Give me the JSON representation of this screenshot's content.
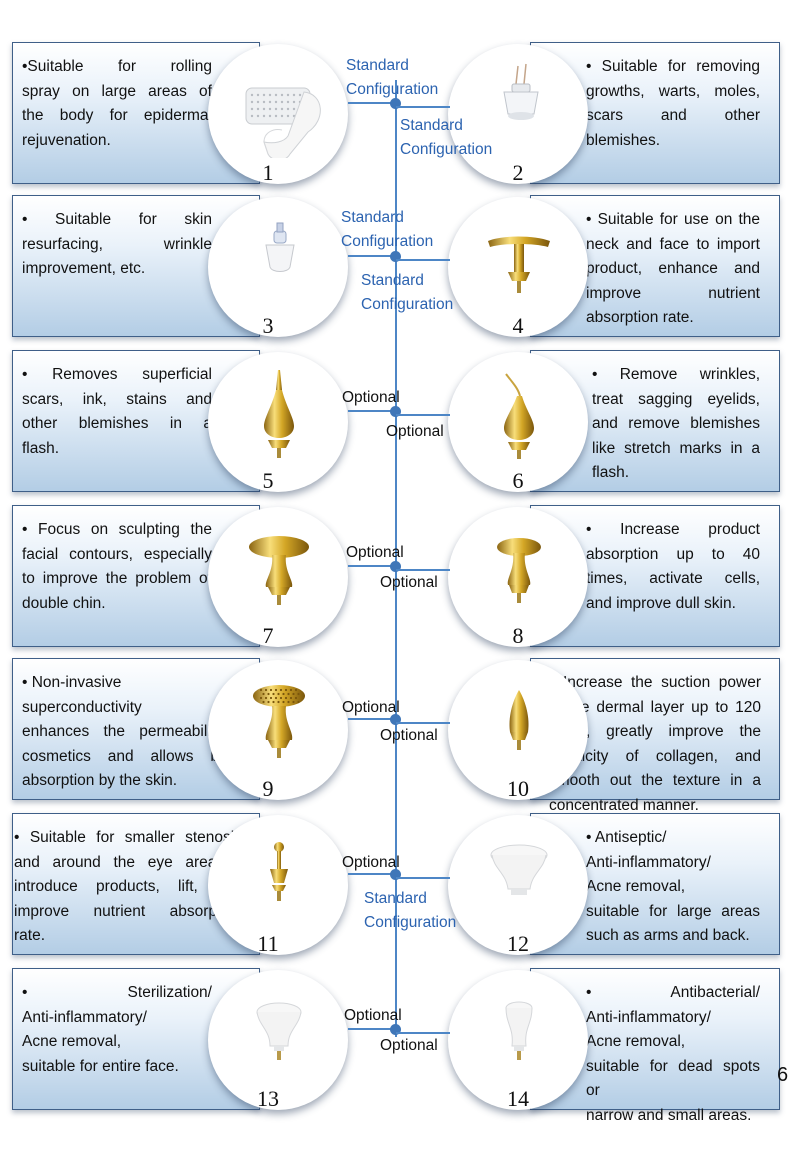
{
  "labels": {
    "standard": [
      "Standard",
      "Configuration"
    ],
    "optional": "Optional"
  },
  "items": [
    {
      "number": "1",
      "lines": [
        "•Suitable for rolling",
        "spray on large areas of",
        "the body for epidermal",
        "rejuvenation."
      ],
      "config": "standard",
      "device": "roller-head"
    },
    {
      "number": "2",
      "lines": [
        "• Suitable for removing",
        "growths, warts, moles,",
        "scars and other",
        "blemishes."
      ],
      "config": "standard",
      "device": "needle-cap-head"
    },
    {
      "number": "3",
      "lines": [
        "• Suitable for skin",
        "resurfacing, wrinkle",
        "improvement, etc."
      ],
      "config": "standard",
      "device": "small-cap-head"
    },
    {
      "number": "4",
      "lines": [
        "• Suitable for use on the",
        "neck and face to import",
        "product, enhance and",
        "improve nutrient",
        "absorption rate."
      ],
      "config": "standard",
      "device": "t-bar-head"
    },
    {
      "number": "5",
      "lines": [
        "• Removes superficial",
        "scars, ink, stains and",
        "other blemishes in a",
        "flash."
      ],
      "config": "optional",
      "device": "straight-needle-head"
    },
    {
      "number": "6",
      "lines": [
        "• Remove wrinkles,",
        "treat sagging eyelids,",
        "and remove blemishes",
        "like stretch marks in a",
        "flash."
      ],
      "config": "optional",
      "device": "bent-needle-head"
    },
    {
      "number": "7",
      "lines": [
        "• Focus on sculpting the",
        "facial contours, especially",
        "to improve the problem of",
        "double chin."
      ],
      "config": "optional",
      "device": "large-mushroom-head"
    },
    {
      "number": "8",
      "lines": [
        "• Increase product",
        "absorption up to 40",
        "times, activate cells,",
        "and improve dull skin."
      ],
      "config": "optional",
      "device": "small-mushroom-head"
    },
    {
      "number": "9",
      "lines": [
        "• Non-invasive",
        "superconductivity",
        "enhances the permeability of",
        "cosmetics and allows better",
        "absorption by the skin."
      ],
      "config": "optional",
      "device": "mesh-mushroom-head"
    },
    {
      "number": "10",
      "lines": [
        "• Increase the suction power",
        "in the dermal layer up to 120",
        "times, greatly improve the",
        "elasticity of collagen, and",
        "smooth out the texture in a",
        "concentrated manner."
      ],
      "config": "optional",
      "device": "bullet-head"
    },
    {
      "number": "11",
      "lines": [
        "• Suitable for smaller stenosis",
        "and around the eye area to",
        "introduce products, lift, and",
        "improve nutrient absorption",
        "rate."
      ],
      "config": "optional",
      "device": "small-ball-head"
    },
    {
      "number": "12",
      "lines": [
        "• Antiseptic/",
        "Anti-inflammatory/",
        "Acne removal,",
        "suitable for large areas",
        "such as arms and back."
      ],
      "config": "standard",
      "device": "white-ceramic-large-head"
    },
    {
      "number": "13",
      "lines": [
        "• Sterilization/",
        "Anti-inflammatory/",
        "Acne removal,",
        "suitable for entire face."
      ],
      "config": "optional",
      "device": "white-ceramic-medium-head"
    },
    {
      "number": "14",
      "lines": [
        "• Antibacterial/",
        "Anti-inflammatory/",
        "Acne removal,",
        "suitable for dead spots or",
        "narrow and small areas."
      ],
      "config": "optional",
      "device": "white-ceramic-small-head"
    }
  ],
  "page_number": "6",
  "colors": {
    "connector": "#4d86c6",
    "standard_text": "#2c63b0",
    "panel_border": "#3f5f88",
    "gold": "#d4a726"
  }
}
